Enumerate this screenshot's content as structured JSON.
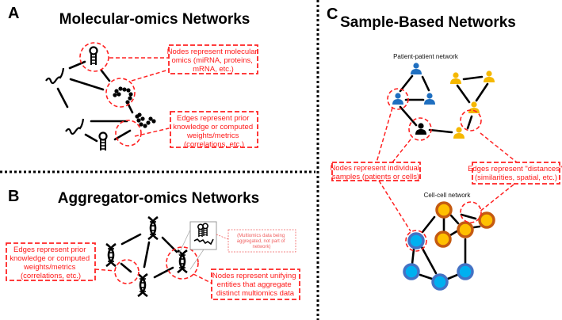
{
  "panel_a": {
    "letter": "A",
    "title": "Molecular-omics Networks",
    "nodes_note": [
      "Nodes represent molecular",
      "omics (miRNA, proteins,",
      "mRNA, etc.)"
    ],
    "edges_note": [
      "Edges represent prior",
      "knowledge or computed",
      "weights/metrics",
      "(correlations, etc.)"
    ]
  },
  "panel_b": {
    "letter": "B",
    "title": "Aggregator-omics Networks",
    "edges_note": [
      "Edges represent prior",
      "knowledge or computed",
      "weights/metrics",
      "(correlations, etc.)"
    ],
    "aggregated_note": [
      "(Multiomics data being",
      "aggregated, not part of",
      "network)"
    ],
    "nodes_note": [
      "Nodes represent unifying",
      "entities that aggregate",
      "distinct multiomics data"
    ]
  },
  "panel_c": {
    "letter": "C",
    "title": "Sample-Based Networks",
    "patient_network_label": "Patient-patient network",
    "cell_network_label": "Cell-cell network",
    "nodes_note": [
      "Nodes represent individual",
      "samples (patients or cells)"
    ],
    "edges_note": [
      "Edges represent \"distances\"",
      "(similarities, spatial, etc.)"
    ]
  },
  "colors": {
    "annotation_red": "#ff1a1a",
    "patient_blue": "#1f6fc0",
    "patient_yellow": "#f5b800",
    "cell_blue_ring": "#4472c4",
    "cell_blue_fill": "#00b0f0",
    "cell_orange_ring": "#c55a11",
    "cell_orange_fill": "#ffc000"
  }
}
